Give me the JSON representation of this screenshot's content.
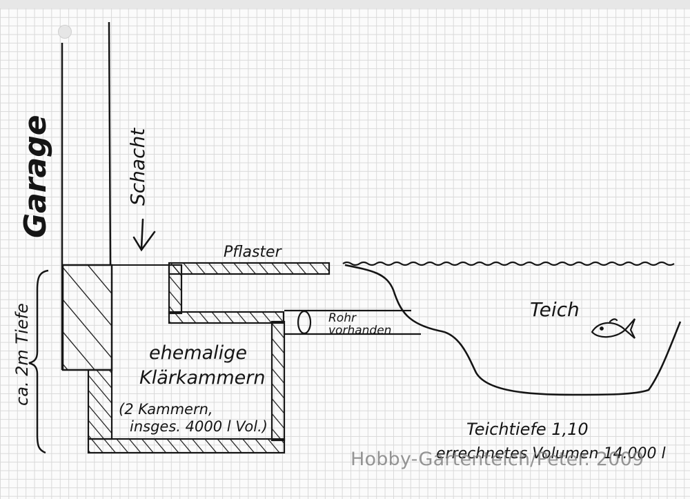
{
  "labels": {
    "garage": "Garage",
    "shaft": "Schacht",
    "depth": "ca. 2m Tiefe",
    "paving": "Pflaster",
    "pond": "Teich",
    "pipe_line1": "Rohr",
    "pipe_line2": "vorhanden",
    "chamber_line1": "ehemalige",
    "chamber_line2": "Klärkammern",
    "chamber_note_line1": "(2 Kammern,",
    "chamber_note_line2": "insges. 4000 l Vol.)",
    "pond_depth": "Teichtiefe  1,10",
    "pond_volume": "errechnetes Volumen  14.000 l"
  },
  "watermark": "Hobby-Gartenteich/Peter. 2009",
  "colors": {
    "ink": "#151515",
    "grid": "#d9d9d9",
    "paper": "#fbfbfb"
  },
  "icons": {
    "fish": "fish-icon",
    "arrow": "down-arrow-icon"
  }
}
